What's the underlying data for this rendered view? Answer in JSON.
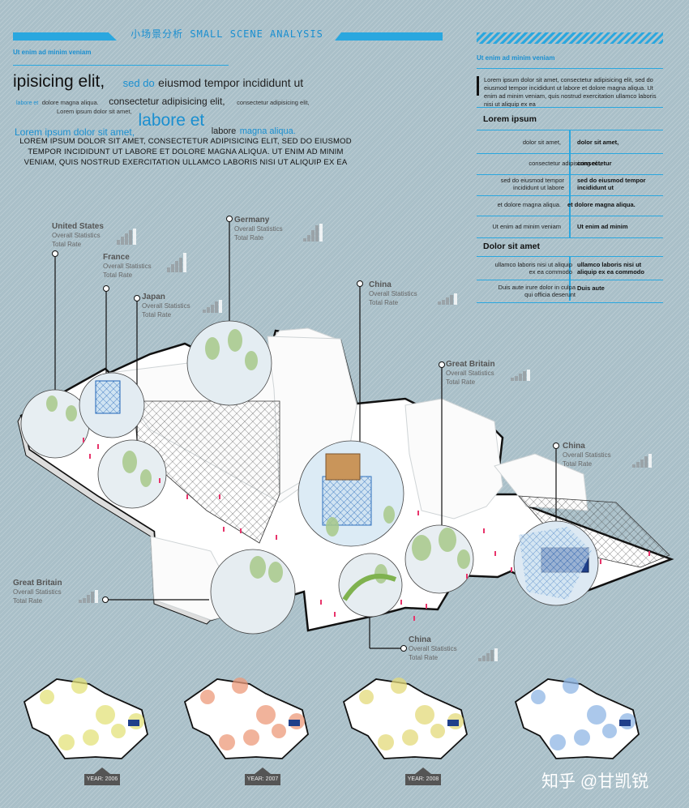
{
  "header": {
    "title": "小场景分析 SMALL SCENE ANALYSIS",
    "subheading": "Ut enim ad minim veniam"
  },
  "intro": {
    "line1_a": "ipisicing elit,",
    "line1_b": "sed do",
    "line1_c": "eiusmod tempor incididunt ut",
    "line2_a": "labore et",
    "line2_b": "dolore magna aliqua.",
    "line2_c": "consectetur adipisicing elit,",
    "line2_d": "consectetur adipisicing elit,",
    "line3": "Lorem ipsum dolor sit amet,",
    "line4_a": "Lorem ipsum dolor sit amet,",
    "line4_b": "labore et",
    "line4_c": "labore",
    "line4_d": "magna aliqua.",
    "caps": "LOREM IPSUM DOLOR SIT AMET, CONSECTETUR ADIPISICING ELIT, SED DO EIUSMOD TEMPOR INCIDIDUNT UT LABORE ET DOLORE MAGNA ALIQUA. UT ENIM AD MINIM VENIAM, QUIS NOSTRUD EXERCITATION ULLAMCO LABORIS NISI UT ALIQUIP EX EA"
  },
  "right_panel": {
    "subheading": "Ut enim ad minim veniam",
    "paragraph": "Lorem ipsum dolor sit amet, consectetur adipisicing elit, sed do eiusmod tempor incididunt ut labore et dolore magna aliqua. Ut enim ad minim veniam, quis nostrud exercitation ullamco laboris nisi ut aliquip ex ea",
    "section1_title": "Lorem ipsum",
    "section1_rows": [
      {
        "left": "dolor sit amet,",
        "right": "dolor sit amet,"
      },
      {
        "left": "consectetur adipisicing elit,",
        "right": "consectetur"
      },
      {
        "left": "sed do eiusmod tempor incididunt ut labore",
        "right": "sed do eiusmod tempor incididunt ut"
      },
      {
        "left": "et dolore magna aliqua.",
        "right": "et dolore magna aliqua."
      },
      {
        "left": "Ut enim ad minim veniam",
        "right": "Ut enim ad minim"
      }
    ],
    "section2_title": "Dolor sit amet",
    "section2_rows": [
      {
        "left": "ullamco laboris nisi ut aliquip ex ea commodo",
        "right": "ullamco laboris nisi ut aliquip ex ea commodo"
      },
      {
        "left": "Duis aute irure dolor in culpa qui officia deserunt",
        "right": "Duis aute"
      }
    ]
  },
  "callouts": [
    {
      "country": "United States",
      "line1": "Overall Statistics",
      "line2": "Total Rate"
    },
    {
      "country": "France",
      "line1": "Overall Statistics",
      "line2": "Total Rate"
    },
    {
      "country": "Japan",
      "line1": "Overall Statistics",
      "line2": "Total Rate"
    },
    {
      "country": "Germany",
      "line1": "Overall Statistics",
      "line2": "Total Rate"
    },
    {
      "country": "China",
      "line1": "Overall Statistics",
      "line2": "Total Rate"
    },
    {
      "country": "Great Britain",
      "line1": "Overall Statistics",
      "line2": "Total Rate"
    },
    {
      "country": "China",
      "line1": "Overall Statistics",
      "line2": "Total Rate"
    },
    {
      "country": "Great Britain",
      "line1": "Overall Statistics",
      "line2": "Total Rate"
    },
    {
      "country": "China",
      "line1": "Overall Statistics",
      "line2": "Total Rate"
    }
  ],
  "years": [
    "YEAR: 2006",
    "YEAR: 2007",
    "YEAR: 2008"
  ],
  "watermark": "知乎 @甘凯锐",
  "colors": {
    "accent": "#2aa7df",
    "background": "#a9bfc8",
    "pedestrian": "#e8346b"
  }
}
